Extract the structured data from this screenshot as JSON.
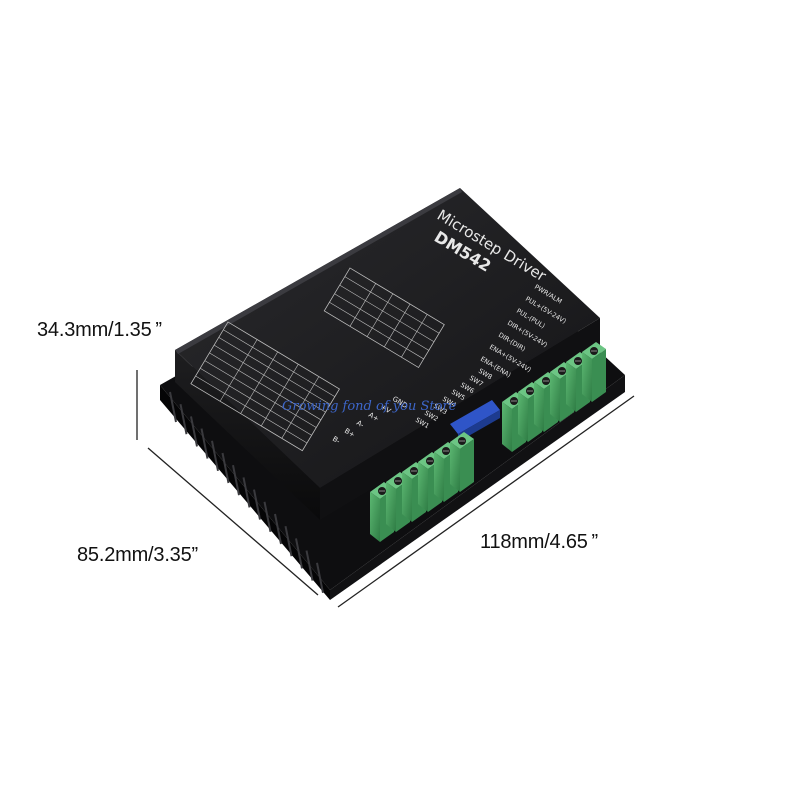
{
  "dimensions": {
    "height": "34.3mm/1.35 ”",
    "width": "85.2mm/3.35”",
    "length": "118mm/4.65 ”"
  },
  "product": {
    "title": "Microstep Driver",
    "model": "DM542"
  },
  "signal_labels": [
    "PWR/ALM",
    "PUL+(5V-24V)",
    "PUL-(PUL)",
    "DIR+(5V-24V)",
    "DIR-(DIR)",
    "ENA+(5V-24V)",
    "ENA-(ENA)"
  ],
  "switch_labels": [
    "SW8",
    "SW7",
    "SW6",
    "SW5",
    "SW4",
    "SW3",
    "SW2",
    "SW1"
  ],
  "power_labels": [
    "GND",
    "+V",
    "A+",
    "A-",
    "B+",
    "B-"
  ],
  "watermark": "Growing fond of you Store",
  "colors": {
    "body": "#1c1c1e",
    "terminal": "#3f9a5a",
    "label": "#e8e8e8"
  }
}
